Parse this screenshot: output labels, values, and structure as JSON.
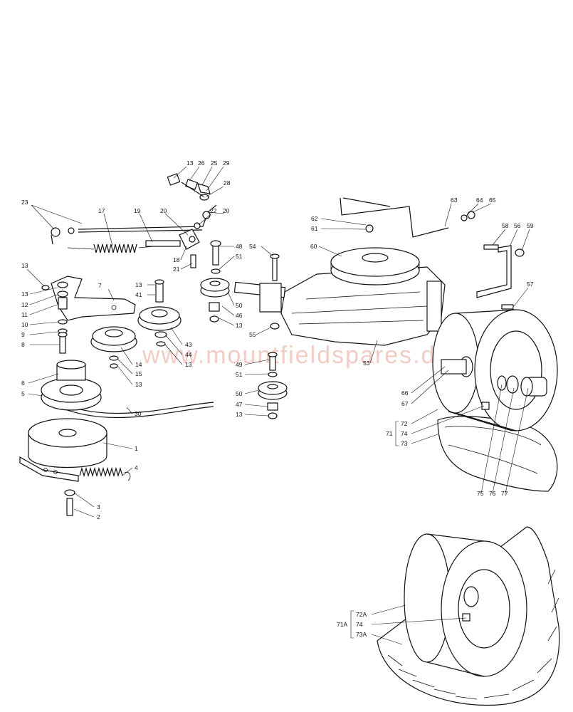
{
  "watermark": "www.mountfieldspares.direct",
  "callouts": [
    {
      "id": "c13a",
      "text": "13"
    },
    {
      "id": "c26",
      "text": "26"
    },
    {
      "id": "c25",
      "text": "25"
    },
    {
      "id": "c29",
      "text": "29"
    },
    {
      "id": "c28",
      "text": "28"
    },
    {
      "id": "c23",
      "text": "23"
    },
    {
      "id": "c17",
      "text": "17"
    },
    {
      "id": "c19",
      "text": "19"
    },
    {
      "id": "c20a",
      "text": "20"
    },
    {
      "id": "c22",
      "text": "22"
    },
    {
      "id": "c20b",
      "text": "20"
    },
    {
      "id": "c18",
      "text": "18"
    },
    {
      "id": "c21",
      "text": "21"
    },
    {
      "id": "c13b",
      "text": "13"
    },
    {
      "id": "c7",
      "text": "7"
    },
    {
      "id": "c13c",
      "text": "13"
    },
    {
      "id": "c12",
      "text": "12"
    },
    {
      "id": "c11",
      "text": "11"
    },
    {
      "id": "c10",
      "text": "10"
    },
    {
      "id": "c9",
      "text": "9"
    },
    {
      "id": "c8",
      "text": "8"
    },
    {
      "id": "c13d",
      "text": "13"
    },
    {
      "id": "c41",
      "text": "41"
    },
    {
      "id": "c48",
      "text": "48"
    },
    {
      "id": "c51a",
      "text": "51"
    },
    {
      "id": "c54",
      "text": "54"
    },
    {
      "id": "c60",
      "text": "60"
    },
    {
      "id": "c50a",
      "text": "50"
    },
    {
      "id": "c46",
      "text": "46"
    },
    {
      "id": "c13e",
      "text": "13"
    },
    {
      "id": "c55",
      "text": "55"
    },
    {
      "id": "c43",
      "text": "43"
    },
    {
      "id": "c44",
      "text": "44"
    },
    {
      "id": "c13f",
      "text": "13"
    },
    {
      "id": "c14",
      "text": "14"
    },
    {
      "id": "c15",
      "text": "15"
    },
    {
      "id": "c13g",
      "text": "13"
    },
    {
      "id": "c6",
      "text": "6"
    },
    {
      "id": "c5",
      "text": "5"
    },
    {
      "id": "c30",
      "text": "30"
    },
    {
      "id": "c49",
      "text": "49"
    },
    {
      "id": "c51b",
      "text": "51"
    },
    {
      "id": "c53",
      "text": "53"
    },
    {
      "id": "c50b",
      "text": "50"
    },
    {
      "id": "c47",
      "text": "47"
    },
    {
      "id": "c13h",
      "text": "13"
    },
    {
      "id": "c62",
      "text": "62"
    },
    {
      "id": "c61",
      "text": "61"
    },
    {
      "id": "c63",
      "text": "63"
    },
    {
      "id": "c64",
      "text": "64"
    },
    {
      "id": "c65",
      "text": "65"
    },
    {
      "id": "c58",
      "text": "58"
    },
    {
      "id": "c56",
      "text": "56"
    },
    {
      "id": "c59",
      "text": "59"
    },
    {
      "id": "c57",
      "text": "57"
    },
    {
      "id": "c66",
      "text": "66"
    },
    {
      "id": "c67",
      "text": "67"
    },
    {
      "id": "c72",
      "text": "72"
    },
    {
      "id": "c71",
      "text": "71"
    },
    {
      "id": "c74a",
      "text": "74"
    },
    {
      "id": "c73",
      "text": "73"
    },
    {
      "id": "c75",
      "text": "75"
    },
    {
      "id": "c76",
      "text": "76"
    },
    {
      "id": "c77",
      "text": "77"
    },
    {
      "id": "c1",
      "text": "1"
    },
    {
      "id": "c4",
      "text": "4"
    },
    {
      "id": "c3",
      "text": "3"
    },
    {
      "id": "c2",
      "text": "2"
    },
    {
      "id": "c72A",
      "text": "72A"
    },
    {
      "id": "c71A",
      "text": "71A"
    },
    {
      "id": "c74b",
      "text": "74"
    },
    {
      "id": "c73A",
      "text": "73A"
    }
  ]
}
